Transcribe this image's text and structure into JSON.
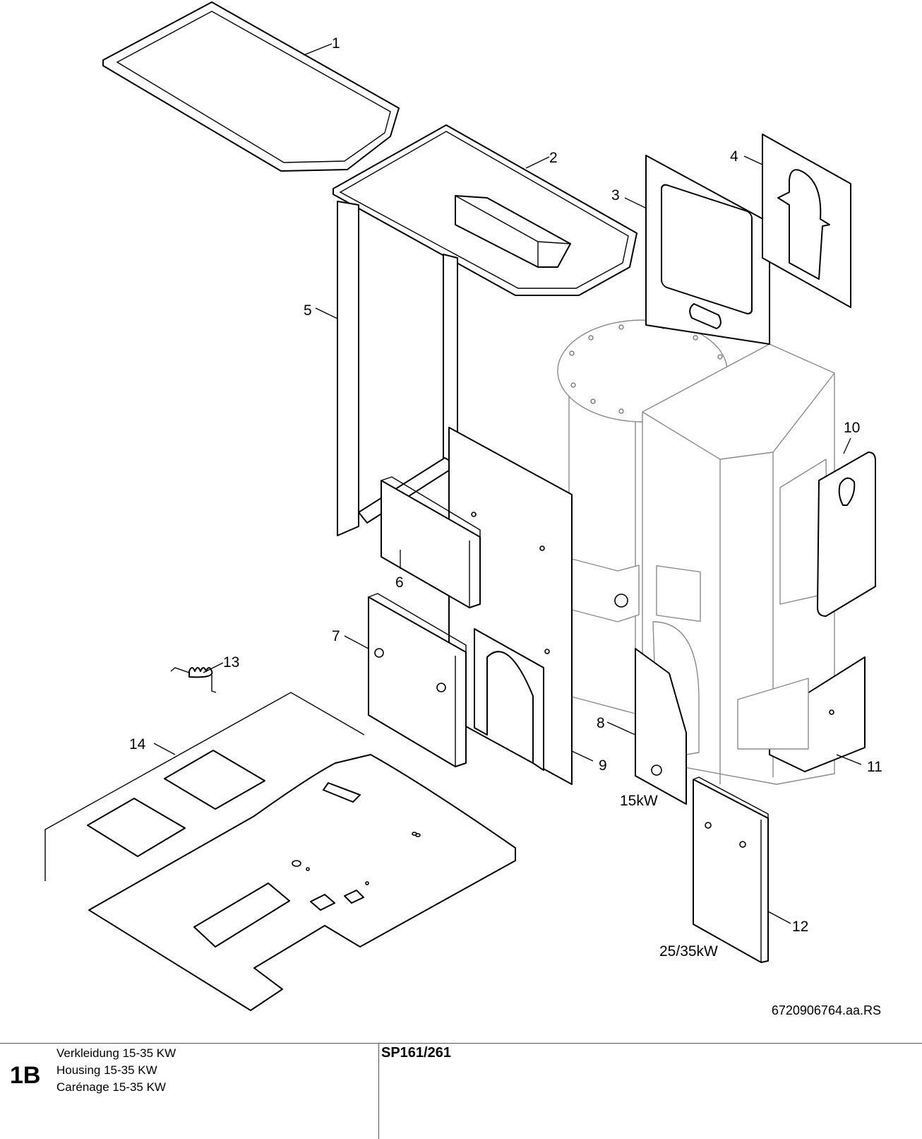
{
  "callouts": [
    "1",
    "2",
    "3",
    "4",
    "5",
    "6",
    "7",
    "8",
    "9",
    "10",
    "11",
    "12",
    "13",
    "14"
  ],
  "variants": {
    "part8": "15kW",
    "part12": "25/35kW"
  },
  "drawing_code": "6720906764.aa.RS",
  "footer": {
    "sheet_id": "1B",
    "titles": [
      "Verkleidung 15-35 KW",
      "Housing 15-35 KW",
      "Carénage 15-35 KW"
    ],
    "model": "SP161/261"
  }
}
